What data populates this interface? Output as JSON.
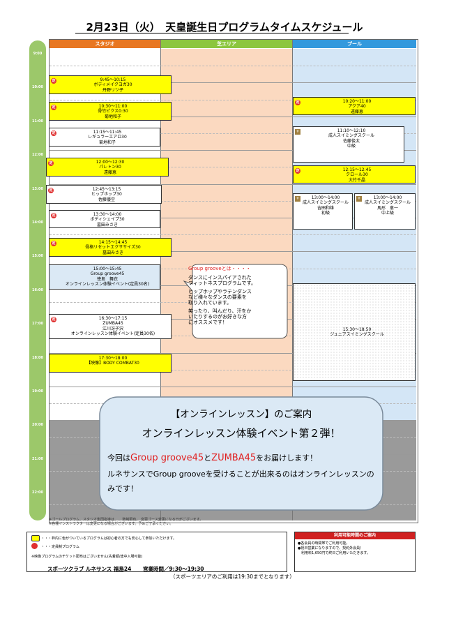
{
  "title": "2月23日（火）　天皇誕生日プログラムタイムスケジュール",
  "columns": [
    {
      "label": "スタジオ",
      "color": "#e87722"
    },
    {
      "label": "芝エリア",
      "color": "#8cc63f"
    },
    {
      "label": "プール",
      "color": "#3399dd"
    }
  ],
  "hours": [
    "9:00",
    "10:00",
    "11:00",
    "12:00",
    "13:00",
    "14:00",
    "15:00",
    "16:00",
    "17:00",
    "18:00",
    "19:00",
    "20:00",
    "21:00",
    "22:00"
  ],
  "studio": [
    {
      "time": "9:45～10:15",
      "name": "ボディメイクヨガ30",
      "inst": "丹野リツ子",
      "style": "y",
      "tag": "定"
    },
    {
      "time": "10:30～11:00",
      "name": "骨竹ピクス0:30",
      "inst": "菊地和子",
      "style": "y",
      "tag": "定"
    },
    {
      "time": "11:15～11:45",
      "name": "レギュラーエアロ30",
      "inst": "菊地和子",
      "style": "w",
      "tag": "定"
    },
    {
      "time": "12:00～12:30",
      "name": "パレトン30",
      "inst": "遠藤恵",
      "style": "y",
      "tag": "定"
    },
    {
      "time": "12:45～13:15",
      "name": "ヒップホップ30",
      "inst": "佐藤優空",
      "style": "w",
      "tag": "定"
    },
    {
      "time": "13:30～14:00",
      "name": "ボディシェイプ30",
      "inst": "墓田みさき",
      "style": "w",
      "tag": "定"
    },
    {
      "time": "14:15～14:45",
      "name": "骨格リセットエクササイズ30",
      "inst": "墓田みさき",
      "style": "y",
      "tag": "定"
    },
    {
      "time": "15:00～15:45",
      "name": "Group groove45",
      "inst": "徳島　舞衣",
      "extra": "オンラインレッスン体験イベント(定員30名)",
      "style": "lb",
      "tag": ""
    },
    {
      "time": "16:30～17:15",
      "name": "ZUMBA45",
      "inst": "江川冴子沢",
      "extra": "オンラインレッスン体験イベント(定員30名)",
      "style": "w",
      "tag": "定"
    },
    {
      "time": "17:30～18:00",
      "name": "【映像】BODY COMBAT30",
      "inst": "",
      "style": "y",
      "tag": ""
    }
  ],
  "pool": [
    {
      "time": "10:20～11:00",
      "name": "アクア40",
      "inst": "遠藤恵",
      "style": "y",
      "tag": "定"
    },
    {
      "time": "11:10～12:10",
      "name": "成人スイミングスクール",
      "inst": "佐藤俊太",
      "extra": "中級",
      "style": "w",
      "tag": "¥"
    },
    {
      "time": "12:15～12:45",
      "name": "クロール30",
      "inst": "大竹千晶",
      "style": "y",
      "tag": "定"
    },
    {
      "time": "13:00～14:00",
      "name": "成人スイミングスクール",
      "inst": "吉田和雄",
      "extra": "初級",
      "style": "w",
      "tag": "¥"
    },
    {
      "time": "13:00～14:00",
      "name": "成人スイミングスクール",
      "inst": "馬形　恵一",
      "extra": "中上級",
      "style": "w",
      "tag": "¥"
    },
    {
      "time": "15:30～18:50",
      "name": "ジュニアスイミングスクール",
      "inst": "",
      "style": "dots",
      "tag": ""
    }
  ],
  "callout": {
    "heading": "Group grooveとは・・・・",
    "lines": [
      "ダンスにインスパイアされた",
      "フィットネスプログラムです。",
      "ヒップホップやラテンダンス",
      "など様々なダンスの要素を",
      "取り入れています。",
      "笑ったり、叫んだり、汗をか",
      "いたりするのがお好きな方",
      "にオススメです！"
    ]
  },
  "info": {
    "title": "【オンラインレッスン】のご案内",
    "subtitle": "オンラインレッスン体験イベント第２弾！",
    "line1_pre": "今回は",
    "line1_red1": "Group groove45",
    "line1_mid": "と",
    "line1_red2": "ZUMBA45",
    "line1_post": "をお届けします！",
    "line2": "ルネサンスでGroup grooveを受けることが出来るのはオンラインレッスンのみです！"
  },
  "notes": [
    "※ゴールプログラム、スタジオ集団指導は、... 数制限有。 変更ゴース変更になる日がございます。",
    "※各種インストラクターは変更になる場合がございます。予めご了承ください。"
  ],
  "legend": [
    "・・・枠内に色がついているプログラムは初心者の方でも安心して参加いただけます。",
    "・・・定員制プログラム",
    "※映像プログラムのチケット配布はございません(先着順/途中入場可能)"
  ],
  "avail": {
    "heading": "利用可能時間のご案内",
    "lines": [
      "●各会員の時間帯でご利用可能。",
      "●祝日営業になりますので、契約外会員/",
      "　利用料1,650円で終日ご利用いただきます。"
    ]
  },
  "footer": {
    "club": "スポーツクラブ ルネサンス 福島24",
    "hours": "営業時間／9:30～19:30",
    "note": "（スポーツエリアのご利用は19:30までとなります）"
  }
}
